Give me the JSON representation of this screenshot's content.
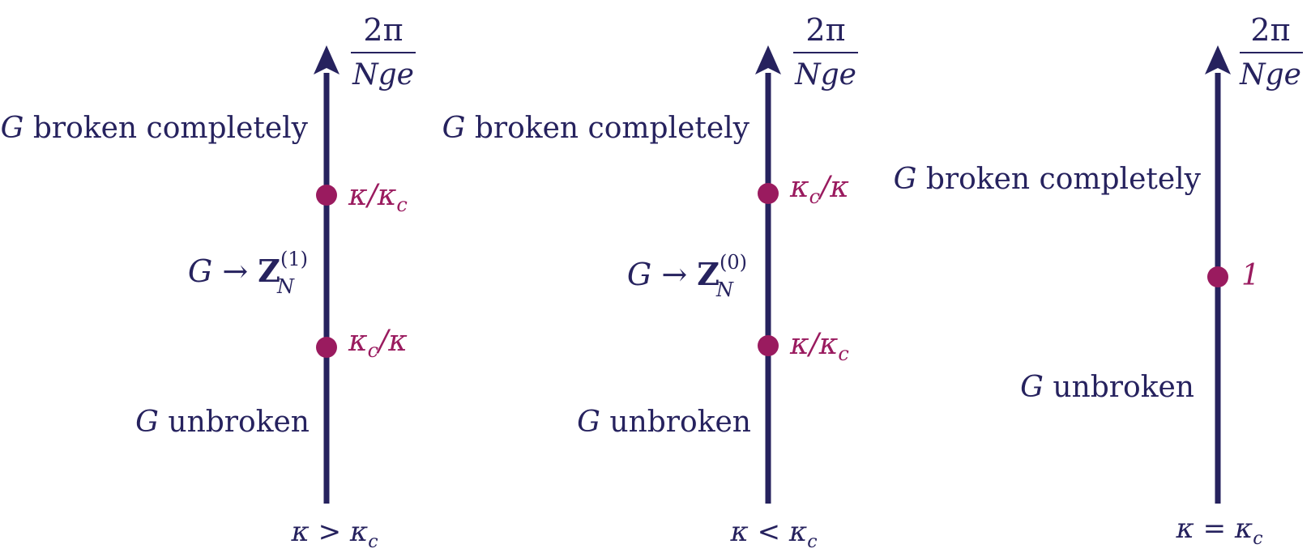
{
  "axis_fraction": {
    "numerator": "2π",
    "denominator": "Nge"
  },
  "colors": {
    "axis": "#26225e",
    "point": "#9a1b5f",
    "text": "#26225e"
  },
  "panels": [
    {
      "upper_label": {
        "var": "G",
        "text": "broken completely"
      },
      "middle_label": {
        "var": "G",
        "arrow": "→",
        "group": "Z",
        "sup": "(1)",
        "sub": "N"
      },
      "lower_label": {
        "var": "G",
        "text": "unbroken"
      },
      "upper_point": "κ/κ",
      "upper_point_sub": "c",
      "lower_point": "κ",
      "lower_point_sub": "c",
      "lower_point_rest": "/κ",
      "condition": {
        "lhs": "κ",
        "op": ">",
        "rhs": "κ",
        "rhs_sub": "c"
      }
    },
    {
      "upper_label": {
        "var": "G",
        "text": "broken completely"
      },
      "middle_label": {
        "var": "G",
        "arrow": "→",
        "group": "Z",
        "sup": "(0)",
        "sub": "N"
      },
      "lower_label": {
        "var": "G",
        "text": "unbroken"
      },
      "upper_point": "κ",
      "upper_point_sub": "c",
      "upper_point_rest": "/κ",
      "lower_point": "κ/κ",
      "lower_point_sub": "c",
      "condition": {
        "lhs": "κ",
        "op": "<",
        "rhs": "κ",
        "rhs_sub": "c"
      }
    },
    {
      "upper_label": {
        "var": "G",
        "text": "broken completely"
      },
      "lower_label": {
        "var": "G",
        "text": "unbroken"
      },
      "point": "1",
      "condition": {
        "lhs": "κ",
        "op": "=",
        "rhs": "κ",
        "rhs_sub": "c"
      }
    }
  ]
}
